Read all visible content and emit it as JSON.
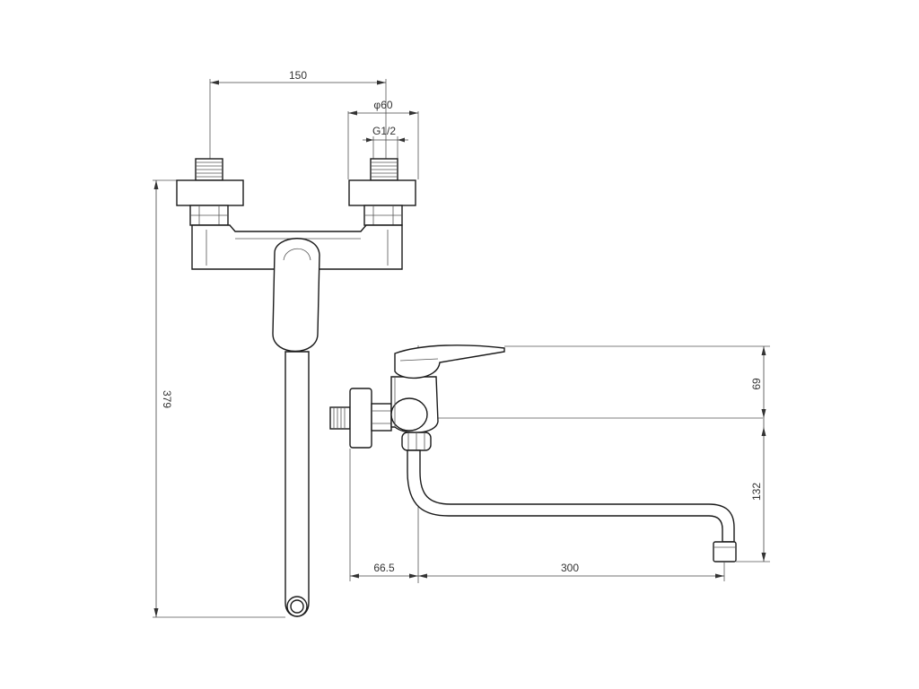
{
  "dimensions": {
    "inlet_spacing": "150",
    "flange_diameter": "φ60",
    "thread": "G1/2",
    "total_height": "379",
    "handle_height": "69",
    "spout_drop": "132",
    "wall_offset": "66.5",
    "spout_reach": "300"
  }
}
